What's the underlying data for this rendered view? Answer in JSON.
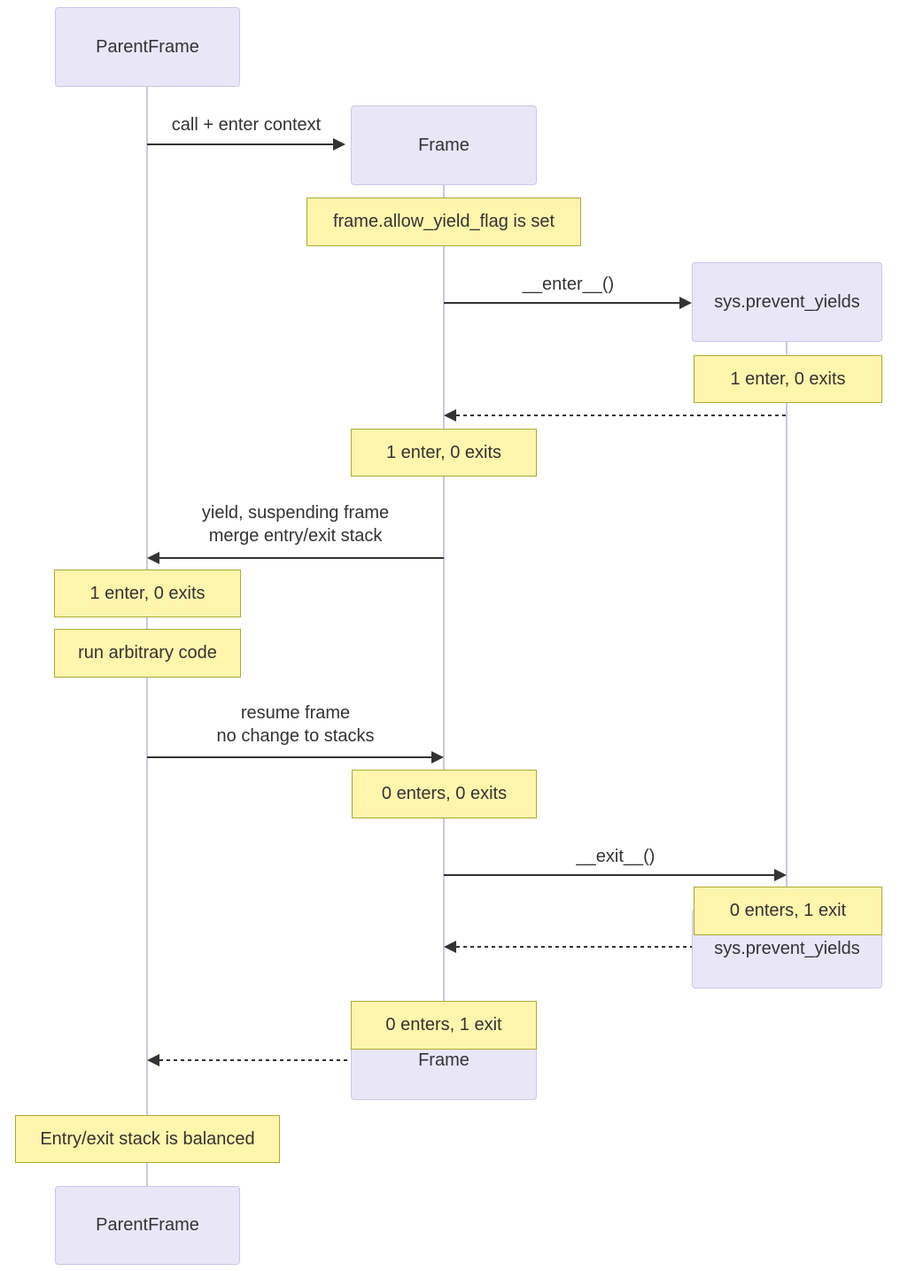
{
  "participants": {
    "parent": {
      "label": "ParentFrame"
    },
    "frame": {
      "label": "Frame"
    },
    "sys": {
      "label": "sys.prevent_yields"
    }
  },
  "messages": {
    "call": {
      "label": "call + enter context",
      "type": "solid"
    },
    "enter": {
      "label": "__enter__()",
      "type": "solid"
    },
    "return_after_enter": {
      "label": "",
      "type": "dashed"
    },
    "yield": {
      "line1": "yield, suspending frame",
      "line2": "merge entry/exit stack",
      "type": "solid"
    },
    "resume": {
      "line1": "resume frame",
      "line2": "no change to stacks",
      "type": "solid"
    },
    "exit": {
      "label": "__exit__()",
      "type": "solid"
    },
    "return_after_exit": {
      "label": "",
      "type": "dashed"
    },
    "return_to_parent": {
      "label": "",
      "type": "dashed"
    }
  },
  "notes": {
    "flag_set": "frame.allow_yield_flag is set",
    "sys_after_enter": "1 enter, 0 exits",
    "frame_after_enter": "1 enter, 0 exits",
    "parent_after_yield": "1 enter, 0 exits",
    "run_code": "run arbitrary code",
    "frame_after_resume": "0 enters, 0 exits",
    "sys_after_exit": "0 enters, 1 exit",
    "frame_after_exit": "0 enters, 1 exit",
    "balanced": "Entry/exit stack is balanced"
  },
  "colors": {
    "actor_fill": "#e9e6f8",
    "actor_border": "#cdc5ec",
    "note_fill": "#fff5ad",
    "note_border": "#aaaa33",
    "line": "#333333",
    "lifeline": "#ccc5ea",
    "text": "#333333"
  }
}
